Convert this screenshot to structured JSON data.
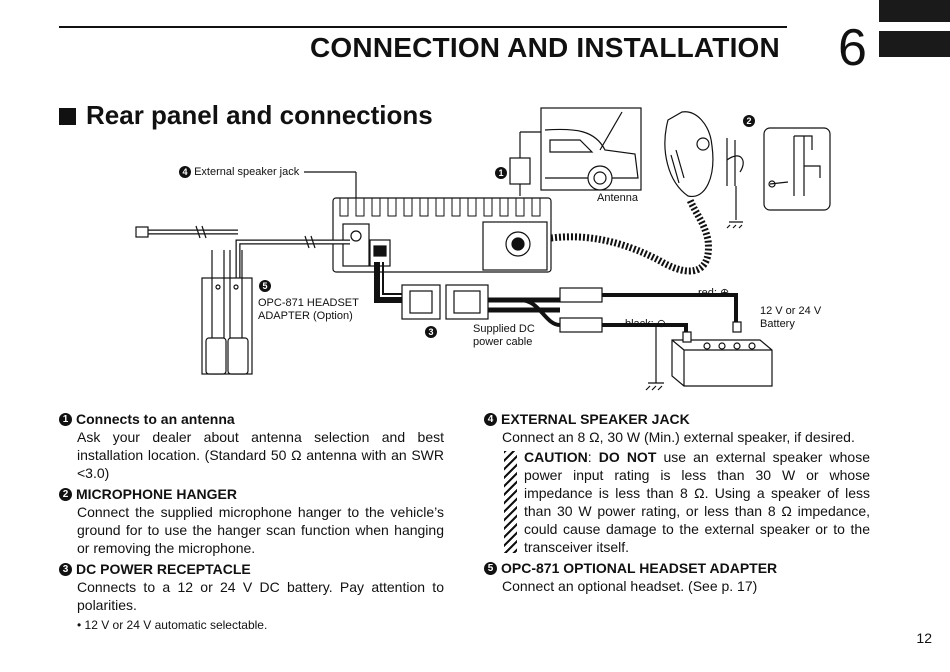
{
  "header": {
    "chapter_title": "CONNECTION AND INSTALLATION",
    "chapter_number": "6"
  },
  "section": {
    "title": "Rear panel and connections"
  },
  "diagram": {
    "labels": {
      "external_speaker_jack": "External speaker jack",
      "antenna": "Antenna",
      "headset_adapter_line1": "OPC-871 HEADSET",
      "headset_adapter_line2": "ADAPTER (Option)",
      "dc_cable_line1": "Supplied DC",
      "dc_cable_line2": "power cable",
      "red": "red: ⊕",
      "black": "black: ⊖",
      "battery_line1": "12 V or 24 V",
      "battery_line2": "Battery"
    },
    "badges": {
      "b1": "1",
      "b2": "2",
      "b3": "3",
      "b4": "4",
      "b5": "5"
    }
  },
  "items_left": [
    {
      "num": "1",
      "title": "Connects to an antenna",
      "body": "Ask your dealer about antenna selection and best installation location. (Standard 50 Ω antenna with an SWR <3.0)"
    },
    {
      "num": "2",
      "title": "MICROPHONE HANGER",
      "body": "Connect the supplied microphone hanger to the vehicle’s ground for to use the hanger scan function when hanging or removing the microphone."
    },
    {
      "num": "3",
      "title": "DC POWER RECEPTACLE",
      "body": "Connects to a 12 or 24 V DC battery. Pay attention to polarities.",
      "bullet": "• 12 V or 24 V automatic selectable."
    }
  ],
  "items_right": [
    {
      "num": "4",
      "title": "EXTERNAL SPEAKER JACK",
      "body": "Connect an 8 Ω, 30 W (Min.) external speaker, if desired.",
      "caution_label": "CAUTION",
      "caution_colon": ": ",
      "caution_emph": "DO NOT",
      "caution_text": " use an external speaker whose power input rating is less than 30 W or whose impedance is less than 8 Ω. Using a speaker of less than 30 W power rating, or less than 8 Ω impedance, could cause damage to the external speaker or to the transceiver itself."
    },
    {
      "num": "5",
      "title": "OPC-871 OPTIONAL HEADSET ADAPTER",
      "body": "Connect an optional headset. (See p. 17)"
    }
  ],
  "footer": {
    "page_number": "12"
  }
}
